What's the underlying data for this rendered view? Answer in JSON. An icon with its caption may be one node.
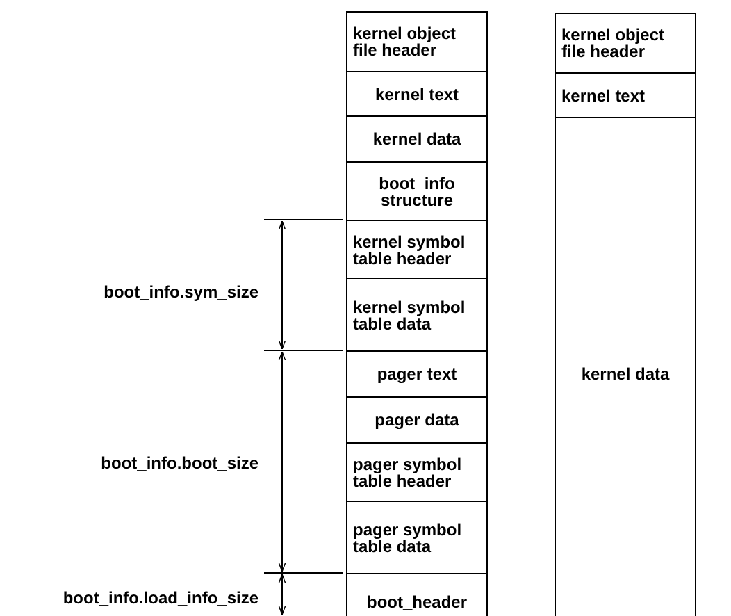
{
  "diagram": {
    "nodes": [
      {
        "text": [
          "kernel object file header"
        ]
      },
      {
        "text": [
          "kernel text"
        ]
      },
      {
        "text": [
          "kernel data"
        ]
      },
      {
        "text": [
          "boot_info structure"
        ]
      },
      {
        "text": [
          "kernel symbol table header"
        ]
      },
      {
        "text": [
          "kernel symbol table data"
        ]
      },
      {
        "text": [
          "pager text"
        ]
      },
      {
        "text": [
          "pager data"
        ]
      },
      {
        "text": [
          "pager symbol table header"
        ]
      },
      {
        "text": [
          "pager symbol table data"
        ]
      },
      {
        "text": [
          "boot_header"
        ]
      },
      {
        "text": [
          "kernel object file header"
        ]
      },
      {
        "text": [
          "kernel text"
        ]
      },
      {
        "text": [
          "kernel data"
        ]
      }
    ],
    "labels": [
      "boot_info.sym_size",
      "boot_info.boot_size",
      "boot_info.load_info_size"
    ]
  }
}
